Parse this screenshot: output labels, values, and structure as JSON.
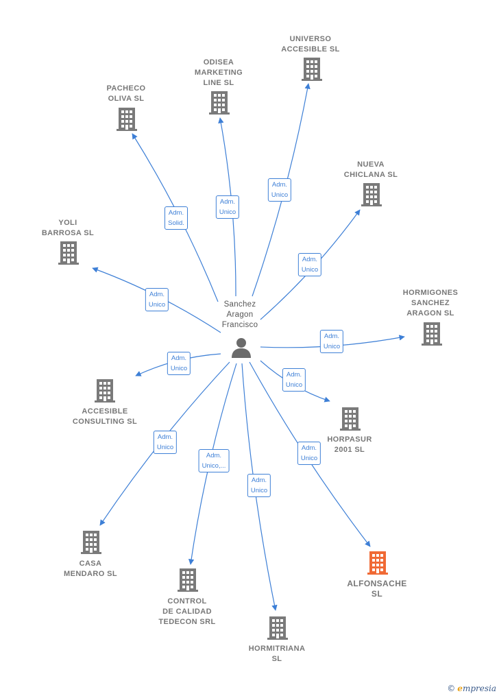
{
  "center": {
    "name": "Sanchez\nAragon\nFrancisco",
    "icon": "person-icon"
  },
  "colors": {
    "edge": "#3d7fd6",
    "building": "#7a7a7a",
    "highlight": "#f06a35",
    "person": "#6b6b6b"
  },
  "nodes": [
    {
      "id": "universo",
      "name": "UNIVERSO\nACCESIBLE SL",
      "icon": "building-icon",
      "highlight": false,
      "relation": "Adm.\nUnico"
    },
    {
      "id": "odisea",
      "name": "ODISEA\nMARKETING\nLINE SL",
      "icon": "building-icon",
      "highlight": false,
      "relation": "Adm.\nUnico"
    },
    {
      "id": "pacheco",
      "name": "PACHECO\nOLIVA SL",
      "icon": "building-icon",
      "highlight": false,
      "relation": "Adm.\nSolid."
    },
    {
      "id": "nueva",
      "name": "NUEVA\nCHICLANA SL",
      "icon": "building-icon",
      "highlight": false,
      "relation": "Adm.\nUnico"
    },
    {
      "id": "yoli",
      "name": "YOLI\nBARROSA SL",
      "icon": "building-icon",
      "highlight": false,
      "relation": "Adm.\nUnico"
    },
    {
      "id": "hormigones",
      "name": "HORMIGONES\nSANCHEZ\nARAGON SL",
      "icon": "building-icon",
      "highlight": false,
      "relation": "Adm.\nUnico"
    },
    {
      "id": "accesible",
      "name": "ACCESIBLE\nCONSULTING SL",
      "icon": "building-icon",
      "highlight": false,
      "relation": "Adm.\nUnico"
    },
    {
      "id": "horpasur",
      "name": "HORPASUR\n2001 SL",
      "icon": "building-icon",
      "highlight": false,
      "relation": "Adm.\nUnico"
    },
    {
      "id": "casa",
      "name": "CASA\nMENDARO SL",
      "icon": "building-icon",
      "highlight": false,
      "relation": "Adm.\nUnico"
    },
    {
      "id": "control",
      "name": "CONTROL\nDE CALIDAD\nTEDECON SRL",
      "icon": "building-icon",
      "highlight": false,
      "relation": "Adm.\nUnico,..."
    },
    {
      "id": "hormitriana",
      "name": "HORMITRIANA\nSL",
      "icon": "building-icon",
      "highlight": false,
      "relation": "Adm.\nUnico"
    },
    {
      "id": "alfonsache",
      "name": "ALFONSACHE\nSL",
      "icon": "building-icon",
      "highlight": true,
      "relation": "Adm.\nUnico"
    }
  ],
  "brand": {
    "copyright": "©",
    "first_letter": "e",
    "rest": "mpresia"
  }
}
